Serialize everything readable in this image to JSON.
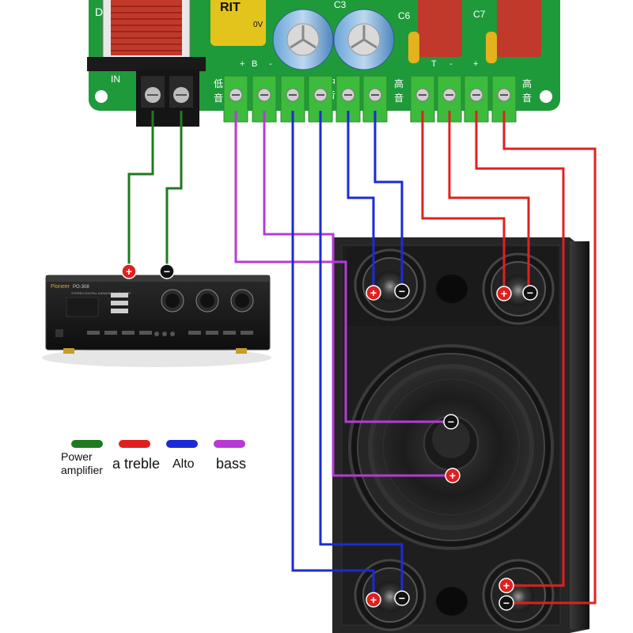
{
  "board": {
    "input_label": "IN",
    "cap_text": "RIT",
    "cap_volt": "0V",
    "component_labels": [
      "C3",
      "C6",
      "C7",
      "D"
    ],
    "polarity_labels": [
      "+",
      "B",
      "-",
      "T",
      "-",
      "+"
    ],
    "terminal_chars": [
      "低",
      "音",
      "中",
      "音",
      "高",
      "音",
      "高",
      "音"
    ]
  },
  "amplifier": {
    "brand": "Pioneer",
    "model": "PO-308",
    "subtitle": "STEREO DIGITAL KARAOKE AMPLIFIER",
    "plus_sign": "+",
    "minus_sign": "−"
  },
  "markers": {
    "plus": "+",
    "minus": "−"
  },
  "colors": {
    "power": "#1f7a1f",
    "treble": "#e02020",
    "alto": "#1a2bd6",
    "bass": "#b83ad6",
    "board": "#1f9a3a",
    "terminal": "#3dbb3d"
  },
  "legend": [
    {
      "key": "power",
      "label_line1": "Power",
      "label_line2": "amplifier"
    },
    {
      "key": "treble",
      "label_line1": "a treble"
    },
    {
      "key": "alto",
      "label_line1": "Alto"
    },
    {
      "key": "bass",
      "label_line1": "bass"
    }
  ]
}
